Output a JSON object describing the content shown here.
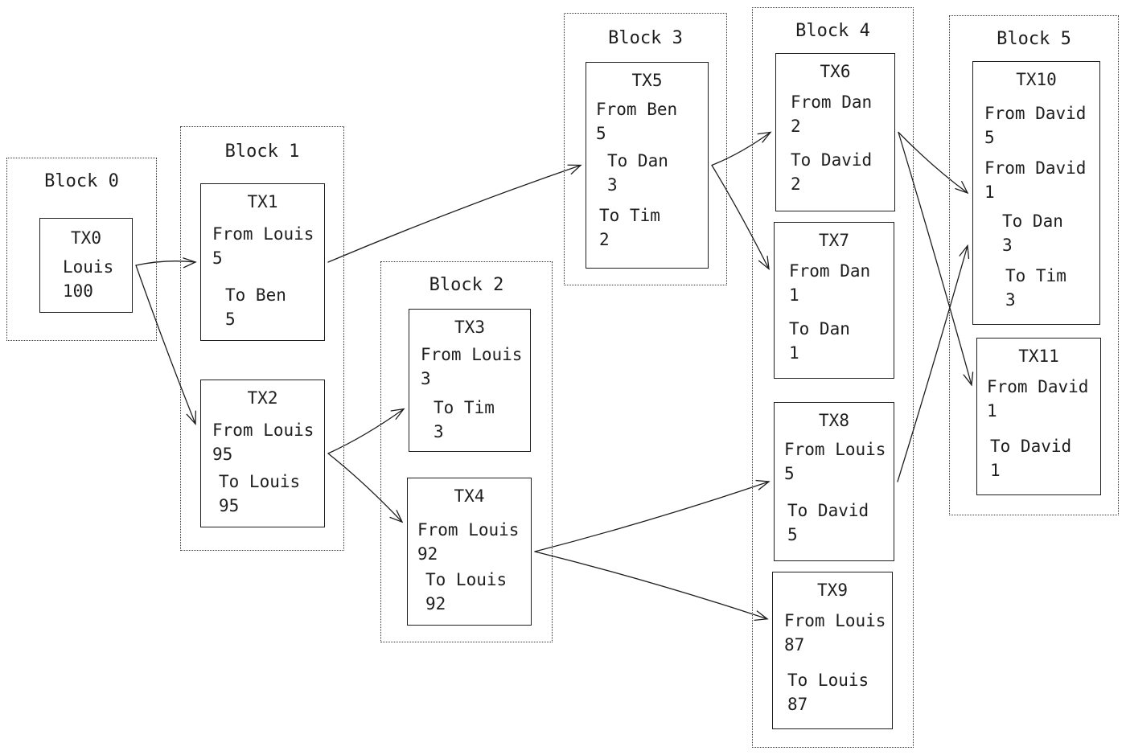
{
  "blocks": [
    {
      "title": "Block 0",
      "txs": [
        {
          "name": "TX0",
          "lines": [
            "Louis",
            "100"
          ]
        }
      ]
    },
    {
      "title": "Block 1",
      "txs": [
        {
          "name": "TX1",
          "lines": [
            "From Louis",
            "5",
            "To Ben",
            "5"
          ]
        },
        {
          "name": "TX2",
          "lines": [
            "From Louis",
            "95",
            "To Louis",
            "95"
          ]
        }
      ]
    },
    {
      "title": "Block 2",
      "txs": [
        {
          "name": "TX3",
          "lines": [
            "From Louis",
            "3",
            "To Tim",
            "3"
          ]
        },
        {
          "name": "TX4",
          "lines": [
            "From Louis",
            "92",
            "To Louis",
            "92"
          ]
        }
      ]
    },
    {
      "title": "Block 3",
      "txs": [
        {
          "name": "TX5",
          "lines": [
            "From Ben",
            "5",
            "To Dan",
            "3",
            "To Tim",
            "2"
          ]
        }
      ]
    },
    {
      "title": "Block 4",
      "txs": [
        {
          "name": "TX6",
          "lines": [
            "From Dan",
            "2",
            "To David",
            "2"
          ]
        },
        {
          "name": "TX7",
          "lines": [
            "From Dan",
            "1",
            "To Dan",
            "1"
          ]
        },
        {
          "name": "TX8",
          "lines": [
            "From Louis",
            "5",
            "To David",
            "5"
          ]
        },
        {
          "name": "TX9",
          "lines": [
            "From Louis",
            "87",
            "To Louis",
            "87"
          ]
        }
      ]
    },
    {
      "title": "Block 5",
      "txs": [
        {
          "name": "TX10",
          "lines": [
            "From David",
            "5",
            "From David",
            "1",
            "To Dan",
            "3",
            "To Tim",
            "3"
          ]
        },
        {
          "name": "TX11",
          "lines": [
            "From David",
            "1",
            "To David",
            "1"
          ]
        }
      ]
    }
  ],
  "edges": [
    [
      "TX0",
      "TX1"
    ],
    [
      "TX0",
      "TX2"
    ],
    [
      "TX1",
      "TX5"
    ],
    [
      "TX2",
      "TX3"
    ],
    [
      "TX2",
      "TX4"
    ],
    [
      "TX5",
      "TX6"
    ],
    [
      "TX5",
      "TX7"
    ],
    [
      "TX4",
      "TX8"
    ],
    [
      "TX4",
      "TX9"
    ],
    [
      "TX6",
      "TX10"
    ],
    [
      "TX6",
      "TX11"
    ],
    [
      "TX8",
      "TX10"
    ]
  ]
}
